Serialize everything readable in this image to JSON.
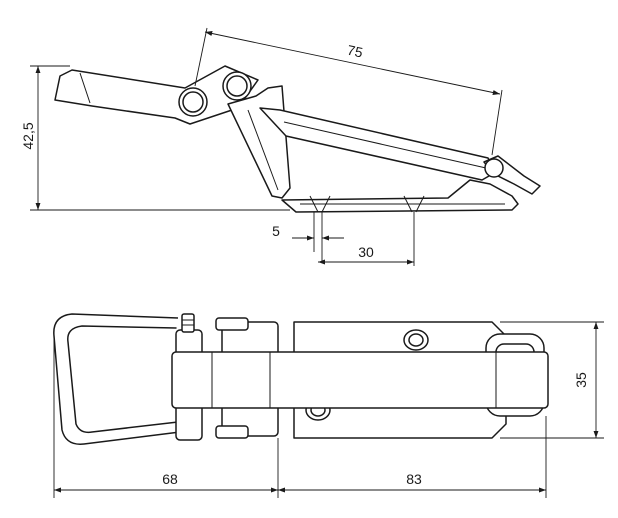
{
  "drawing": {
    "dimensions": {
      "height_side": "42,5",
      "lever_length": "75",
      "hole_offset": "5",
      "hole_spacing": "30",
      "width_top": "35",
      "length_handle": "68",
      "length_base": "83"
    }
  }
}
